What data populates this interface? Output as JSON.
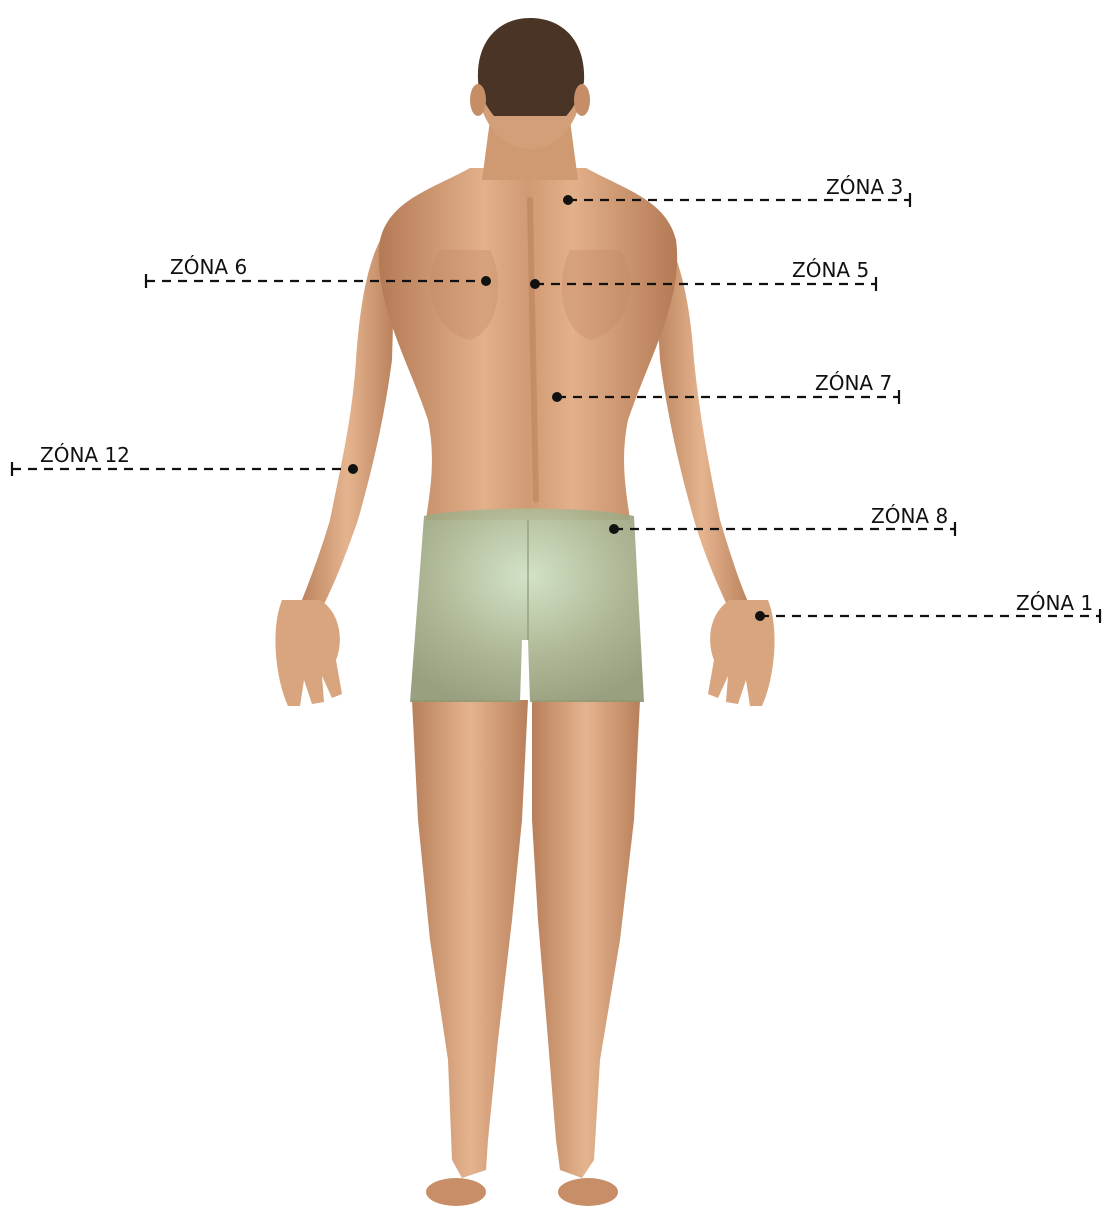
{
  "figure": {
    "zones": [
      {
        "id": "z3",
        "label": "ZÓNA 3"
      },
      {
        "id": "z6",
        "label": "ZÓNA 6"
      },
      {
        "id": "z5",
        "label": "ZÓNA 5"
      },
      {
        "id": "z7",
        "label": "ZÓNA 7"
      },
      {
        "id": "z12",
        "label": "ZÓNA 12"
      },
      {
        "id": "z8",
        "label": "ZÓNA 8"
      },
      {
        "id": "z1",
        "label": "ZÓNA 1"
      }
    ],
    "colors": {
      "skin": "#d9a57e",
      "skin_shadow": "#b67b55",
      "hair": "#4a3426",
      "shorts": "#a9b28e",
      "leader": "#111111"
    }
  }
}
